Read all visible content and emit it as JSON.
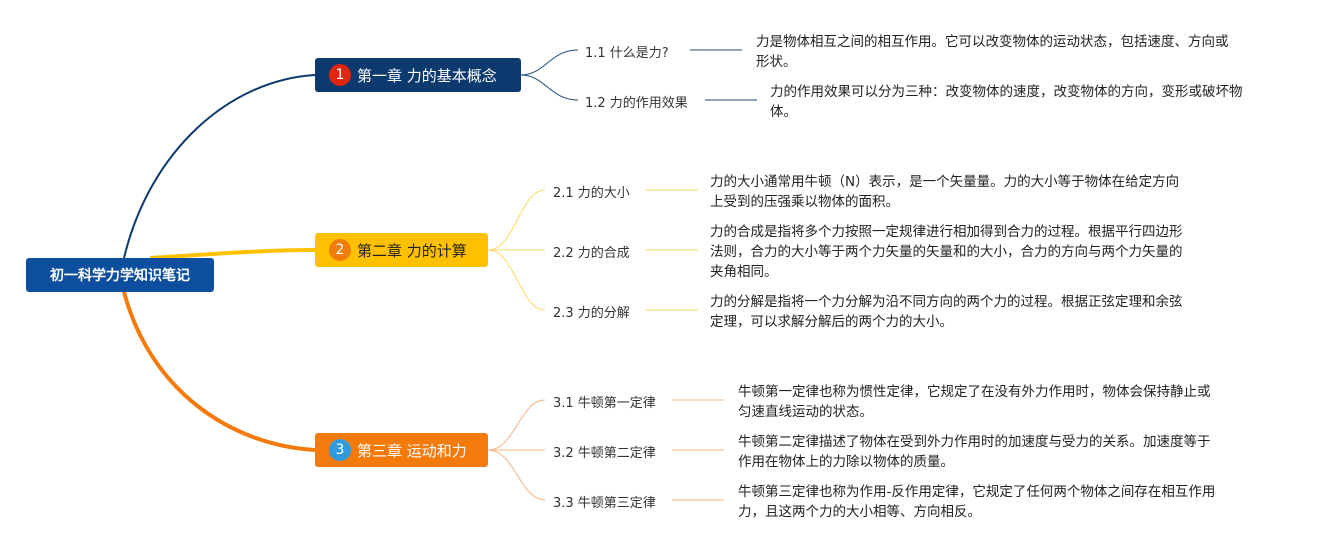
{
  "root": {
    "label": "初一科学力学知识笔记"
  },
  "chapters": [
    {
      "number": "1",
      "label": "第一章 力的基本概念",
      "color": "#0d3a6e",
      "sections": [
        {
          "label": "1.1 什么是力?",
          "desc": [
            "力是物体相互之间的相互作用。它可以改变物体的运动状态，包括速度、方向或",
            "形状。"
          ]
        },
        {
          "label": "1.2 力的作用效果",
          "desc": [
            "力的作用效果可以分为三种：改变物体的速度，改变物体的方向，变形或破坏物",
            "体。"
          ]
        }
      ]
    },
    {
      "number": "2",
      "label": "第二章 力的计算",
      "color": "#ffc000",
      "sections": [
        {
          "label": "2.1 力的大小",
          "desc": [
            "力的大小通常用牛顿（N）表示，是一个矢量量。力的大小等于物体在给定方向",
            "上受到的压强乘以物体的面积。"
          ]
        },
        {
          "label": "2.2 力的合成",
          "desc": [
            "力的合成是指将多个力按照一定规律进行相加得到合力的过程。根据平行四边形",
            "法则，合力的大小等于两个力矢量的矢量和的大小，合力的方向与两个力矢量的",
            "夹角相同。"
          ]
        },
        {
          "label": "2.3 力的分解",
          "desc": [
            "力的分解是指将一个力分解为沿不同方向的两个力的过程。根据正弦定理和余弦",
            "定理，可以求解分解后的两个力的大小。"
          ]
        }
      ]
    },
    {
      "number": "3",
      "label": "第三章 运动和力",
      "color": "#f47a0c",
      "sections": [
        {
          "label": "3.1 牛顿第一定律",
          "desc": [
            "牛顿第一定律也称为惯性定律，它规定了在没有外力作用时，物体会保持静止或",
            "匀速直线运动的状态。"
          ]
        },
        {
          "label": "3.2 牛顿第二定律",
          "desc": [
            "牛顿第二定律描述了物体在受到外力作用时的加速度与受力的关系。加速度等于",
            "作用在物体上的力除以物体的质量。"
          ]
        },
        {
          "label": "3.3 牛顿第三定律",
          "desc": [
            "牛顿第三定律也称为作用-反作用定律，它规定了任何两个物体之间存在相互作用",
            "力，且这两个力的大小相等、方向相反。"
          ]
        }
      ]
    }
  ]
}
